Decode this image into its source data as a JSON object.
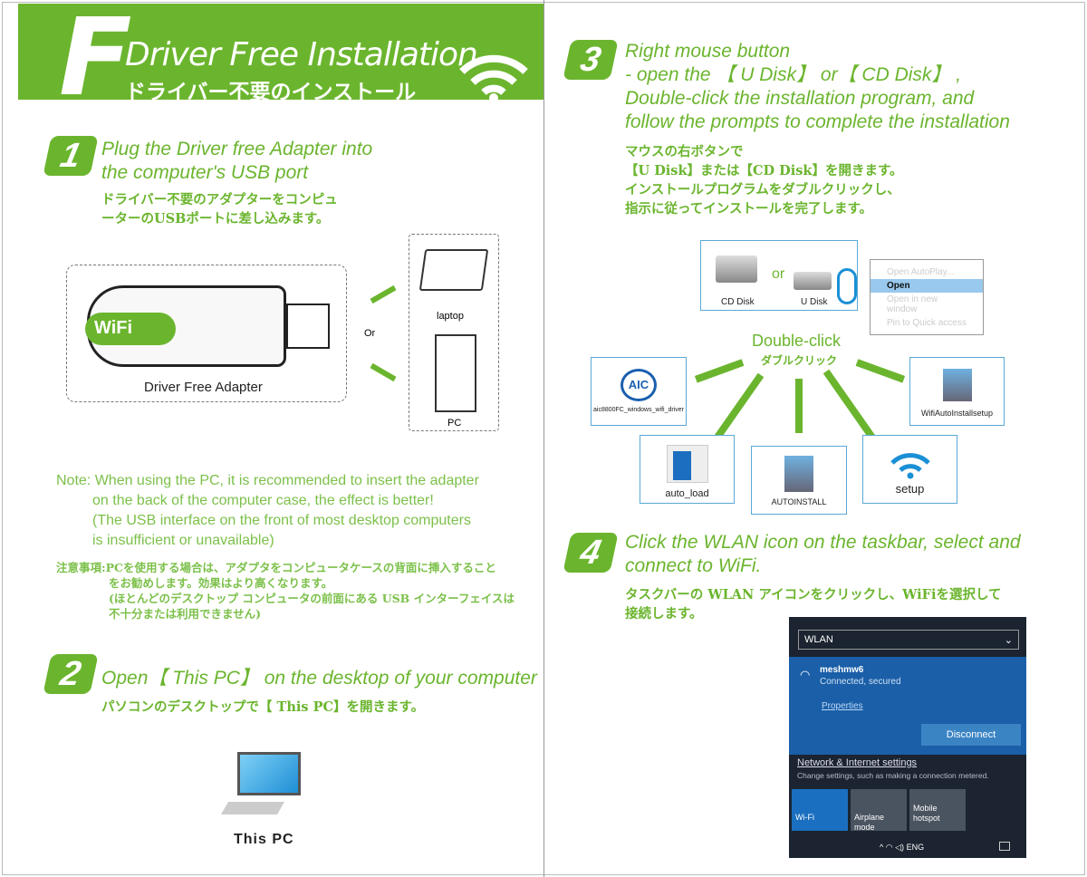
{
  "header": {
    "letter": "F",
    "title": "Driver Free  Installation",
    "subtitle_jp": "ドライバー不要のインストール"
  },
  "step1": {
    "num": "1",
    "en": [
      "Plug the Driver free Adapter into",
      "the computer's USB port"
    ],
    "jp": [
      "ドライバー不要のアダプターをコンピュ",
      "ーターのUSBポートに差し込みます。"
    ],
    "adapter_label": "Driver Free Adapter",
    "wifi_label": "WiFi",
    "or": "Or",
    "laptop": "laptop",
    "pc": "PC"
  },
  "note": {
    "en": [
      "Note: When using the PC, it is recommended to insert the adapter",
      "on the back of the computer case, the effect is better!",
      "(The USB interface on the front of most desktop computers",
      "is insufficient or unavailable)"
    ],
    "jp": [
      "注意事項:PCを使用する場合は、アダプタをコンピュータケースの背面に挿入すること",
      "をお勧めします。効果はより高くなります。",
      "(ほとんどのデスクトップ コンピュータの前面にある USB インターフェイスは",
      "不十分または利用できません)"
    ]
  },
  "step2": {
    "num": "2",
    "en": "Open【 This PC】 on the desktop of your computer",
    "jp": "パソコンのデスクトップで【 This PC】を開きます。",
    "icon_label": "This PC"
  },
  "step3": {
    "num": "3",
    "en": [
      "Right mouse button",
      "- open the 【 U Disk】 or【 CD  Disk】 ,",
      "Double-click the installation program, and",
      "follow the prompts to complete the installation"
    ],
    "jp": [
      "マウスの右ボタンで",
      "【U Disk】または【CD Disk】を開きます。",
      "インストールプログラムをダブルクリックし、",
      "指示に従ってインストールを完了します。"
    ],
    "cd_disk": "CD Disk",
    "u_disk": "U Disk",
    "or": "or",
    "menu": [
      "Open AutoPlay...",
      "Open",
      "Open in new window",
      "Pin to Quick access"
    ],
    "double_click": "Double-click",
    "double_click_jp": "ダブルクリック",
    "files": [
      "aic8800FC_windows_wifi_driver",
      "WifiAutoInstallsetup",
      "auto_load",
      "AUTOINSTALL",
      "setup"
    ]
  },
  "step4": {
    "num": "4",
    "en": [
      "Click the WLAN icon on the taskbar, select and",
      "connect to WiFi."
    ],
    "jp": [
      "タスクバーの WLAN アイコンをクリックし、WiFiを選択して",
      "接続します。"
    ]
  },
  "wlan": {
    "dropdown": "WLAN",
    "ssid": "meshmw6",
    "status": "Connected, secured",
    "properties": "Properties",
    "disconnect": "Disconnect",
    "settings": "Network & Internet settings",
    "settings_desc": "Change settings, such as making a connection metered.",
    "tiles": [
      "Wi-Fi",
      "Airplane mode",
      "Mobile hotspot"
    ],
    "lang": "ENG"
  },
  "colors": {
    "green": "#6bb52e",
    "blue": "#1a73b8"
  }
}
